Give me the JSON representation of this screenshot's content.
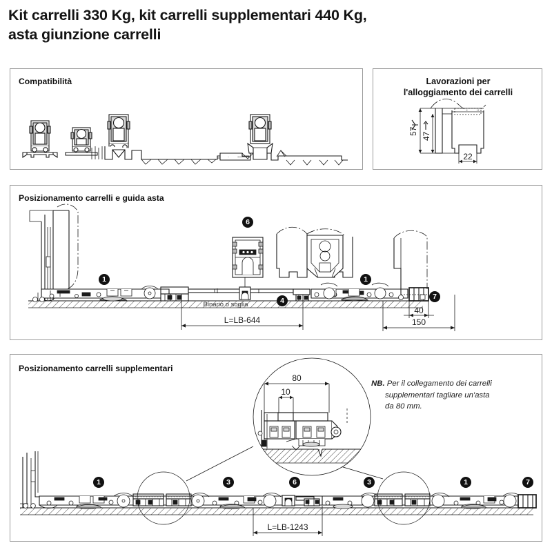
{
  "document": {
    "title_line1": "Kit carrelli 330 Kg, kit carrelli supplementari 440 Kg,",
    "title_line2": "asta giunzione carrelli"
  },
  "panels": {
    "compatibility": {
      "title": "Compatibilità"
    },
    "machining": {
      "title_line1": "Lavorazioni per",
      "title_line2": "l'alloggiamento dei carrelli",
      "dimensions": {
        "height_outer": "57",
        "height_inner": "47",
        "width": "22"
      }
    },
    "positioning_main": {
      "title": "Posizionamento carrelli e guida asta",
      "labels": {
        "track": "Binario o soglia",
        "length": "L=LB-644",
        "dim_40": "40",
        "dim_150": "150"
      },
      "callouts": [
        "1",
        "6",
        "4",
        "1",
        "7"
      ]
    },
    "positioning_extra": {
      "title": "Posizionamento carrelli supplementari",
      "labels": {
        "length": "L=LB-1243",
        "detail_80": "80",
        "detail_10": "10"
      },
      "callouts": [
        "1",
        "3",
        "6",
        "3",
        "1",
        "7"
      ],
      "note": {
        "prefix": "NB.",
        "line1": " Per il collegamento dei carrelli",
        "line2": "supplementari tagliare un'asta",
        "line3": "da 80 mm."
      }
    }
  },
  "colors": {
    "panel_border": "#9a9a9a",
    "ink": "#1a1a1a",
    "badge_bg": "#111111",
    "fill_light": "#d9d9d9",
    "fill_mid": "#b9b9b9",
    "fill_dark": "#8e8e8e"
  }
}
